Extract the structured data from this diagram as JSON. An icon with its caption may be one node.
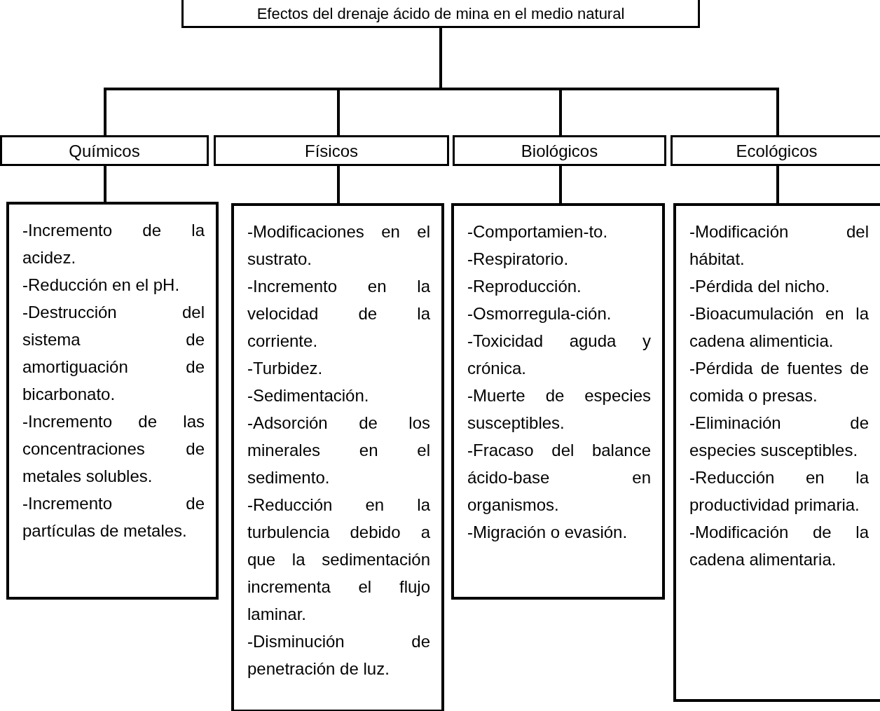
{
  "diagram": {
    "nodes": [
      {
        "text": [
          "Efectos del drenaje ácido de mina en el medio natural"
        ]
      },
      {
        "text": [
          "Químicos"
        ]
      },
      {
        "text": [
          "Físicos"
        ]
      },
      {
        "text": [
          "Biológicos"
        ]
      },
      {
        "text": [
          "Ecológicos"
        ]
      },
      {
        "text": [
          "-Incremento de la acidez.",
          "-Reducción en el pH.",
          "-Destrucción del sistema de amortiguación de bicarbonato.",
          "-Incremento de las concentraciones de metales solubles.",
          "-Incremento de partículas de metales."
        ]
      },
      {
        "text": [
          "-Modificaciones en el sustrato.",
          "-Incremento en la velocidad de la corriente.",
          "-Turbidez.",
          "-Sedimentación.",
          "-Adsorción de los minerales en el sedimento.",
          "-Reducción en la turbulencia debido a que la sedimentación incrementa el flujo laminar.",
          "-Disminución de penetración de luz."
        ]
      },
      {
        "text": [
          "-Comportamien-to.",
          "-Respiratorio.",
          "-Reproducción.",
          "-Osmorregula-ción.",
          "-Toxicidad aguda y crónica.",
          "-Muerte de especies susceptibles.",
          "-Fracaso del balance ácido-base en organismos.",
          "-Migración o evasión."
        ]
      },
      {
        "text": [
          "-Modificación del hábitat.",
          "-Pérdida del nicho.",
          "-Bioacumulación en la cadena alimenticia.",
          "-Pérdida de fuentes de comida o presas.",
          "-Eliminación de especies susceptibles.",
          "-Reducción en la productividad primaria.",
          "-Modificación de la cadena alimentaria."
        ]
      }
    ],
    "edges": [
      {
        "from": 0,
        "to": 1,
        "arrow": "none"
      },
      {
        "from": 0,
        "to": 2,
        "arrow": "none"
      },
      {
        "from": 0,
        "to": 3,
        "arrow": "none"
      },
      {
        "from": 0,
        "to": 4,
        "arrow": "none"
      },
      {
        "from": 1,
        "to": 5,
        "arrow": "none"
      },
      {
        "from": 2,
        "to": 6,
        "arrow": "none"
      },
      {
        "from": 3,
        "to": 7,
        "arrow": "none"
      },
      {
        "from": 4,
        "to": 8,
        "arrow": "none"
      }
    ]
  }
}
